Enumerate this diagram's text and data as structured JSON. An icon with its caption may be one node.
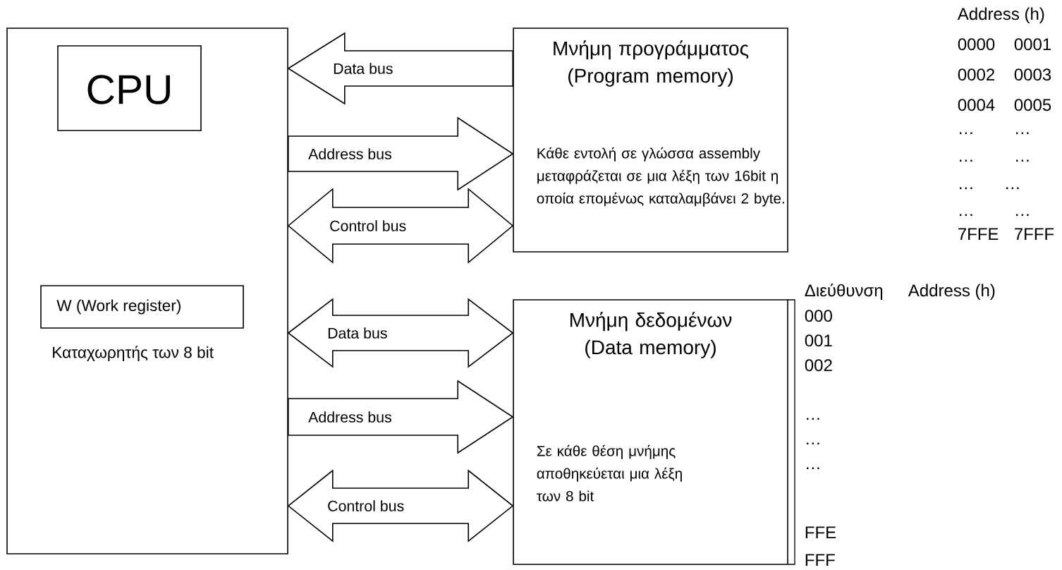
{
  "diagram": {
    "nodes": [
      {
        "text": [],
        "shape": "box"
      },
      {
        "text": [
          "CPU"
        ],
        "in": 0
      },
      {
        "text": [
          "W (Work register)"
        ],
        "in": 0,
        "beside": [
          "Καταχωρητής των 8 bit"
        ]
      },
      {
        "text": [
          "Μνήμη προγράμματος (Program memory)",
          "Κάθε εντολή σε γλώσσα assembly μεταφράζεται σε μια λέξη των 16bit η οποία επομένως καταλαμβάνει 2 byte."
        ]
      },
      {
        "text": [
          "Μνήμη δεδομένων (Data memory)",
          "Σε κάθε θέση μνήμης αποθηκεύεται μια λέξη των 8 bit"
        ]
      }
    ],
    "edges": [
      {
        "from": 3,
        "to": 0,
        "arrow": "to",
        "label": "Data bus"
      },
      {
        "from": 0,
        "to": 3,
        "arrow": "to",
        "label": "Address bus"
      },
      {
        "from": 0,
        "to": 3,
        "arrow": "both",
        "label": "Control bus"
      },
      {
        "from": 0,
        "to": 4,
        "arrow": "both",
        "label": "Data bus"
      },
      {
        "from": 0,
        "to": 4,
        "arrow": "to",
        "label": "Address bus"
      },
      {
        "from": 0,
        "to": 4,
        "arrow": "both",
        "label": "Control bus"
      }
    ],
    "labels": [
      "Address (h)",
      "0000",
      "0001",
      "0002",
      "0003",
      "0004",
      "0005",
      "…",
      "…",
      "…",
      "…",
      "…",
      "…",
      "…",
      "…",
      "7FFE",
      "7FFF",
      "Διεύθυνση",
      "Address (h)",
      "000",
      "001",
      "002",
      "…",
      "…",
      "…",
      "FFE",
      "FFF"
    ]
  }
}
